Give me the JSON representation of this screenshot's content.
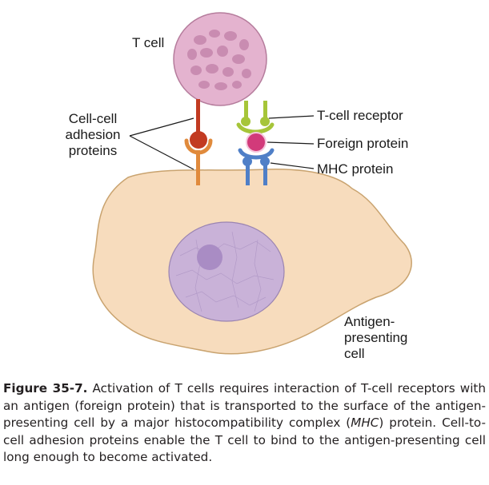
{
  "labels": {
    "t_cell": "T cell",
    "adhesion_line1": "Cell-cell",
    "adhesion_line2": "adhesion",
    "adhesion_line3": "proteins",
    "t_cell_receptor": "T-cell receptor",
    "foreign_protein": "Foreign protein",
    "mhc_protein": "MHC protein",
    "apc_line1": "Antigen-",
    "apc_line2": "presenting",
    "apc_line3": "cell"
  },
  "caption": {
    "figure_number": "Figure 35-7.",
    "text_part1": "Activation of T cells requires interaction of T-cell receptors with an antigen (foreign protein) that is transported to the surface of the antigen-presenting cell by a major histocompatibility complex (",
    "text_italic": "MHC",
    "text_part2": ") protein. Cell-to-cell adhesion proteins enable the T cell to bind to the antigen-presenting cell long enough to become activated."
  },
  "colors": {
    "t_cell_fill": "#e4b3cf",
    "t_cell_spots": "#c98cb1",
    "apc_fill": "#f7dcbd",
    "nucleus_fill": "#c9b2d8",
    "nucleolus_fill": "#a98cc4",
    "adhesion_tcell": "#c23b22",
    "adhesion_apc": "#e08a3c",
    "tcr": "#a6c539",
    "foreign_protein": "#d23a7a",
    "mhc": "#4f7fc7"
  }
}
